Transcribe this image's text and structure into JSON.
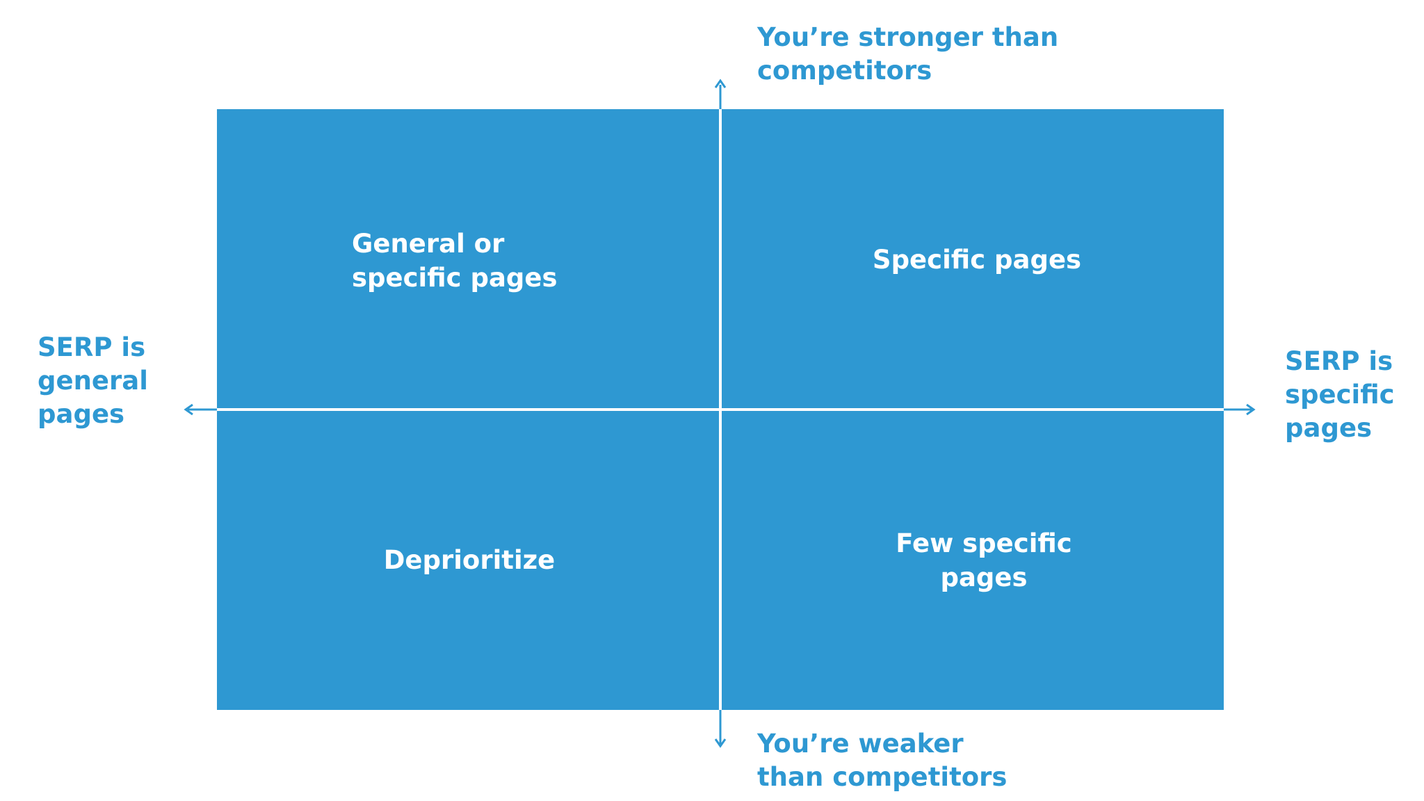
{
  "colors": {
    "quadrant_fill": "#2e98d2",
    "axis_text": "#2e98d2",
    "axis_line_inside": "#ffffff",
    "axis_line_outside": "#2e98d2",
    "quadrant_text": "#ffffff"
  },
  "axes": {
    "top": "You’re stronger than\ncompetitors",
    "bottom": "You’re weaker\nthan competitors",
    "left": "SERP is\ngeneral\npages",
    "right": "SERP is\nspecific\npages"
  },
  "quadrants": {
    "top_left": "General or\nspecific pages",
    "top_right": "Specific pages",
    "bottom_left": "Deprioritize",
    "bottom_right": "Few specific\npages"
  }
}
